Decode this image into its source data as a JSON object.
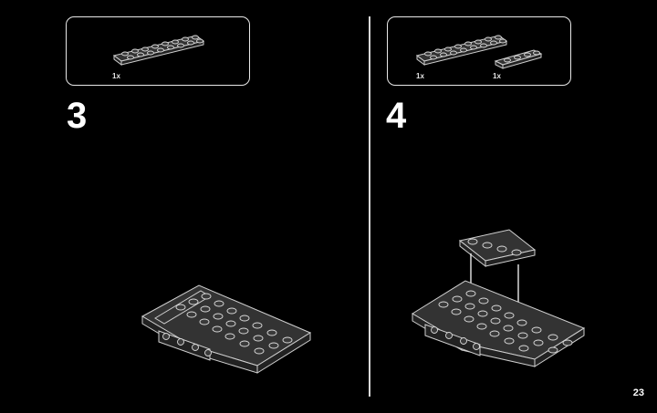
{
  "step3": {
    "number": "3",
    "parts": [
      {
        "qty": "1x",
        "icon": "plate-2x8-icon"
      }
    ]
  },
  "step4": {
    "number": "4",
    "parts": [
      {
        "qty": "1x",
        "icon": "plate-2x8-icon"
      },
      {
        "qty": "1x",
        "icon": "plate-1x4-icon"
      }
    ]
  },
  "page": {
    "number": "23"
  },
  "colors": {
    "background": "#000000",
    "brick": "#333333",
    "outline": "#cfcfcf"
  }
}
